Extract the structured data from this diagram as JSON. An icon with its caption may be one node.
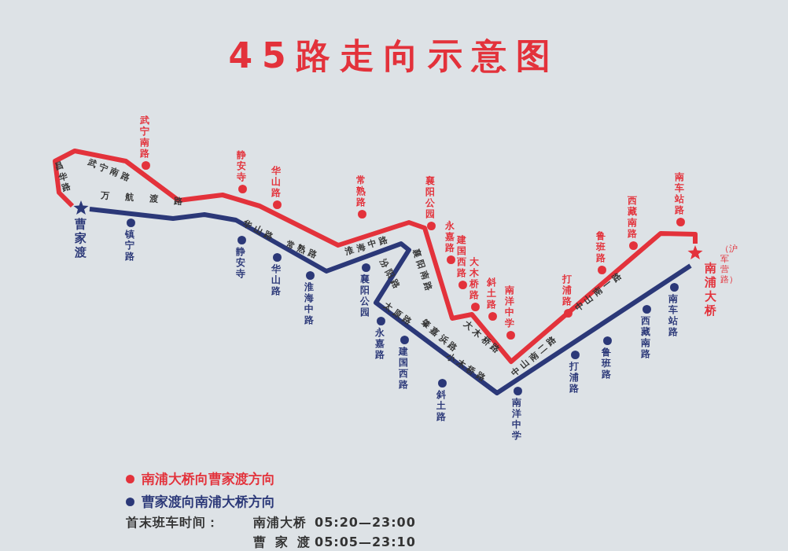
{
  "diagram": {
    "title": "45路走向示意图",
    "nodes": [
      {
        "text": [
          "曹家渡"
        ]
      },
      {
        "text": [
          "南浦大桥"
        ],
        "beside": [
          "（沪军营路）"
        ]
      }
    ],
    "edges": [
      {
        "from": 1,
        "to": 0,
        "arrow": "none",
        "color": "#e3323b"
      },
      {
        "from": 0,
        "to": 1,
        "arrow": "none",
        "color": "#2b3878"
      }
    ],
    "labels": [
      "昌华路",
      "武宁南路",
      "万航渡路",
      "华山路",
      "常熟路",
      "淮海中路",
      "汾阳路",
      "襄阳南路",
      "太原路",
      "肇嘉浜路",
      "大木桥路",
      "小木桥路",
      "中山南二路",
      "中山南一路",
      "武宁南路",
      "静安寺",
      "华山路",
      "常熟路",
      "襄阳公园",
      "永嘉路",
      "建国西路",
      "大木桥路",
      "斜土路",
      "南洋中学",
      "打浦路",
      "鲁班路",
      "西藏南路",
      "南车站路",
      "镇宁路",
      "静安寺",
      "华山路",
      "淮海中路",
      "襄阳公园",
      "永嘉路",
      "建国西路",
      "斜土路",
      "南洋中学",
      "打浦路",
      "鲁班路",
      "西藏南路",
      "南车站路",
      "首末班车时间：",
      "南浦大桥",
      "05:20—23:00",
      "曹家渡",
      "05:05—23:10"
    ],
    "legend": [
      {
        "text": "南浦大桥向曹家渡方向",
        "color": "#e3323b"
      },
      {
        "text": "曹家渡向南浦大桥方向",
        "color": "#2b3878"
      }
    ]
  }
}
